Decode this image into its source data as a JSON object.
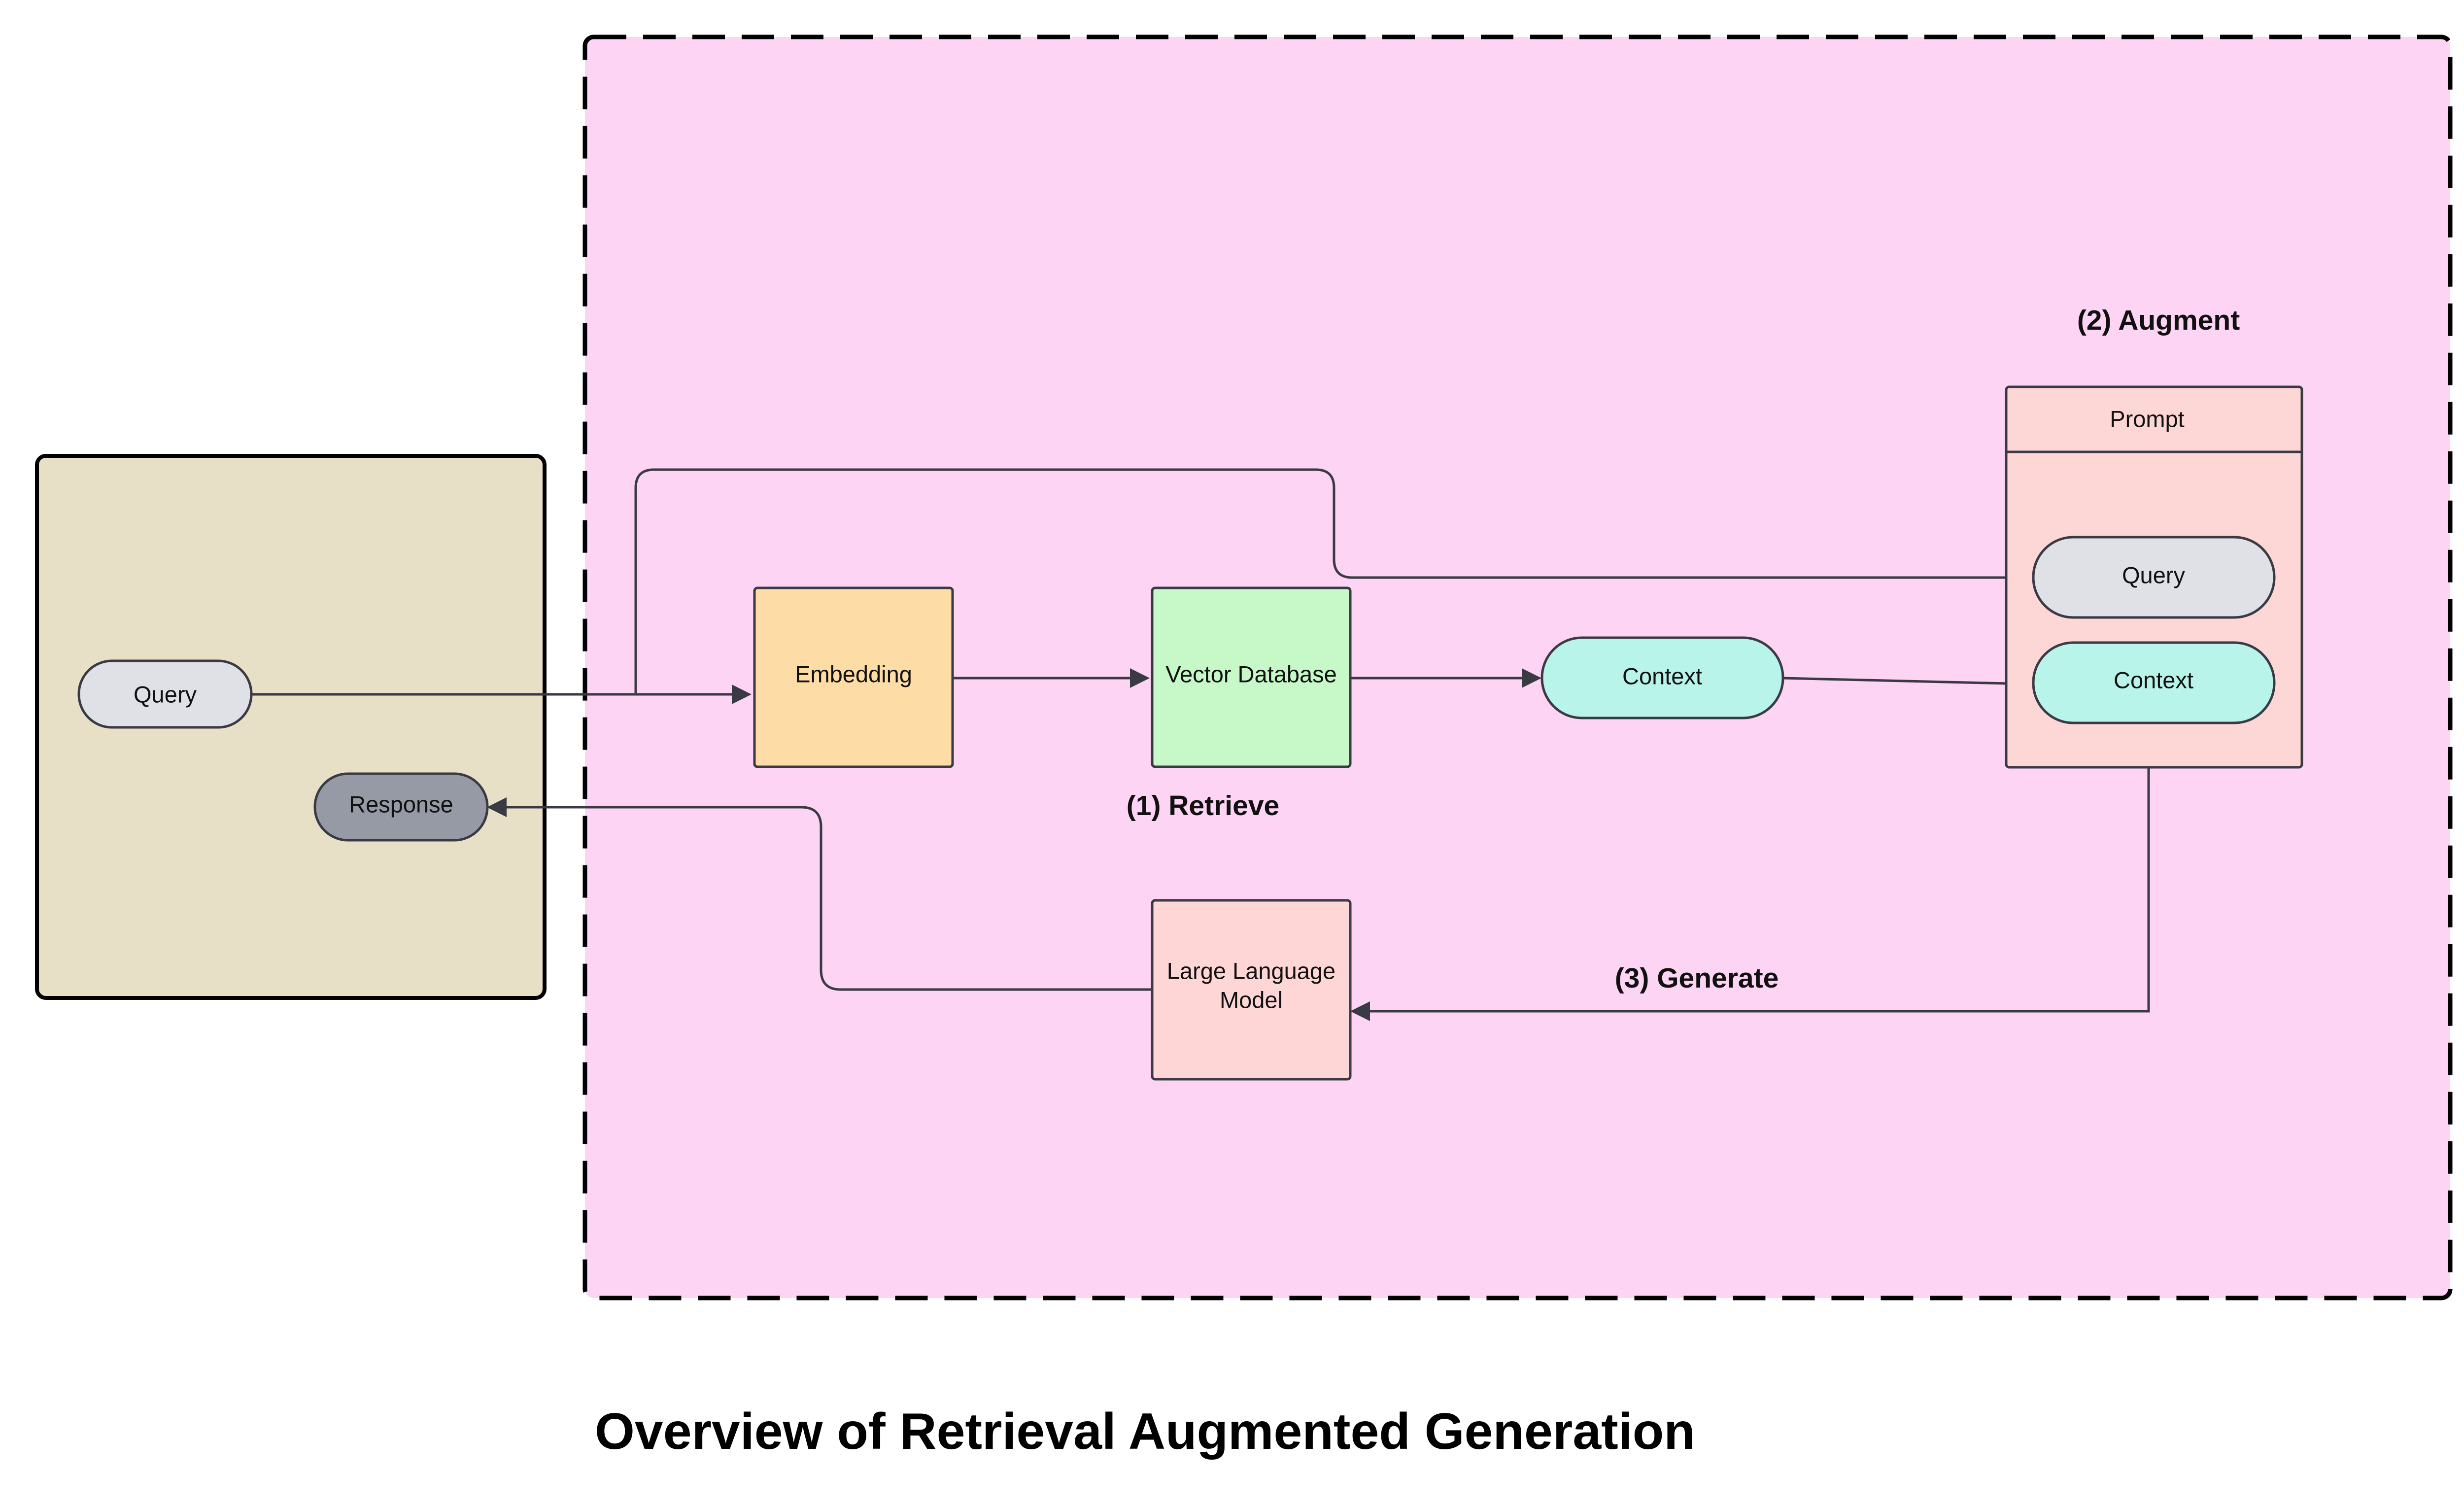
{
  "title": "Overview of Retrieval Augmented Generation",
  "phases": {
    "retrieve": "(1) Retrieve",
    "augment": "(2) Augment",
    "generate": "(3) Generate"
  },
  "client": {
    "query": "Query",
    "response": "Response"
  },
  "nodes": {
    "embedding": "Embedding",
    "vector_db": "Vector Database",
    "context": "Context",
    "llm_line1": "Large Language",
    "llm_line2": "Model"
  },
  "prompt": {
    "header": "Prompt",
    "query": "Query",
    "context": "Context"
  },
  "colors": {
    "rag_region": "#fed4f5",
    "client_region": "#e8e0c6",
    "query_pill": "#dfe1e6",
    "response_pill": "#959aa4",
    "embedding": "#fddca6",
    "vector_db": "#c6f8c8",
    "context": "#b8f4ea",
    "llm": "#fed6d6",
    "prompt": "#fdd6d6"
  }
}
